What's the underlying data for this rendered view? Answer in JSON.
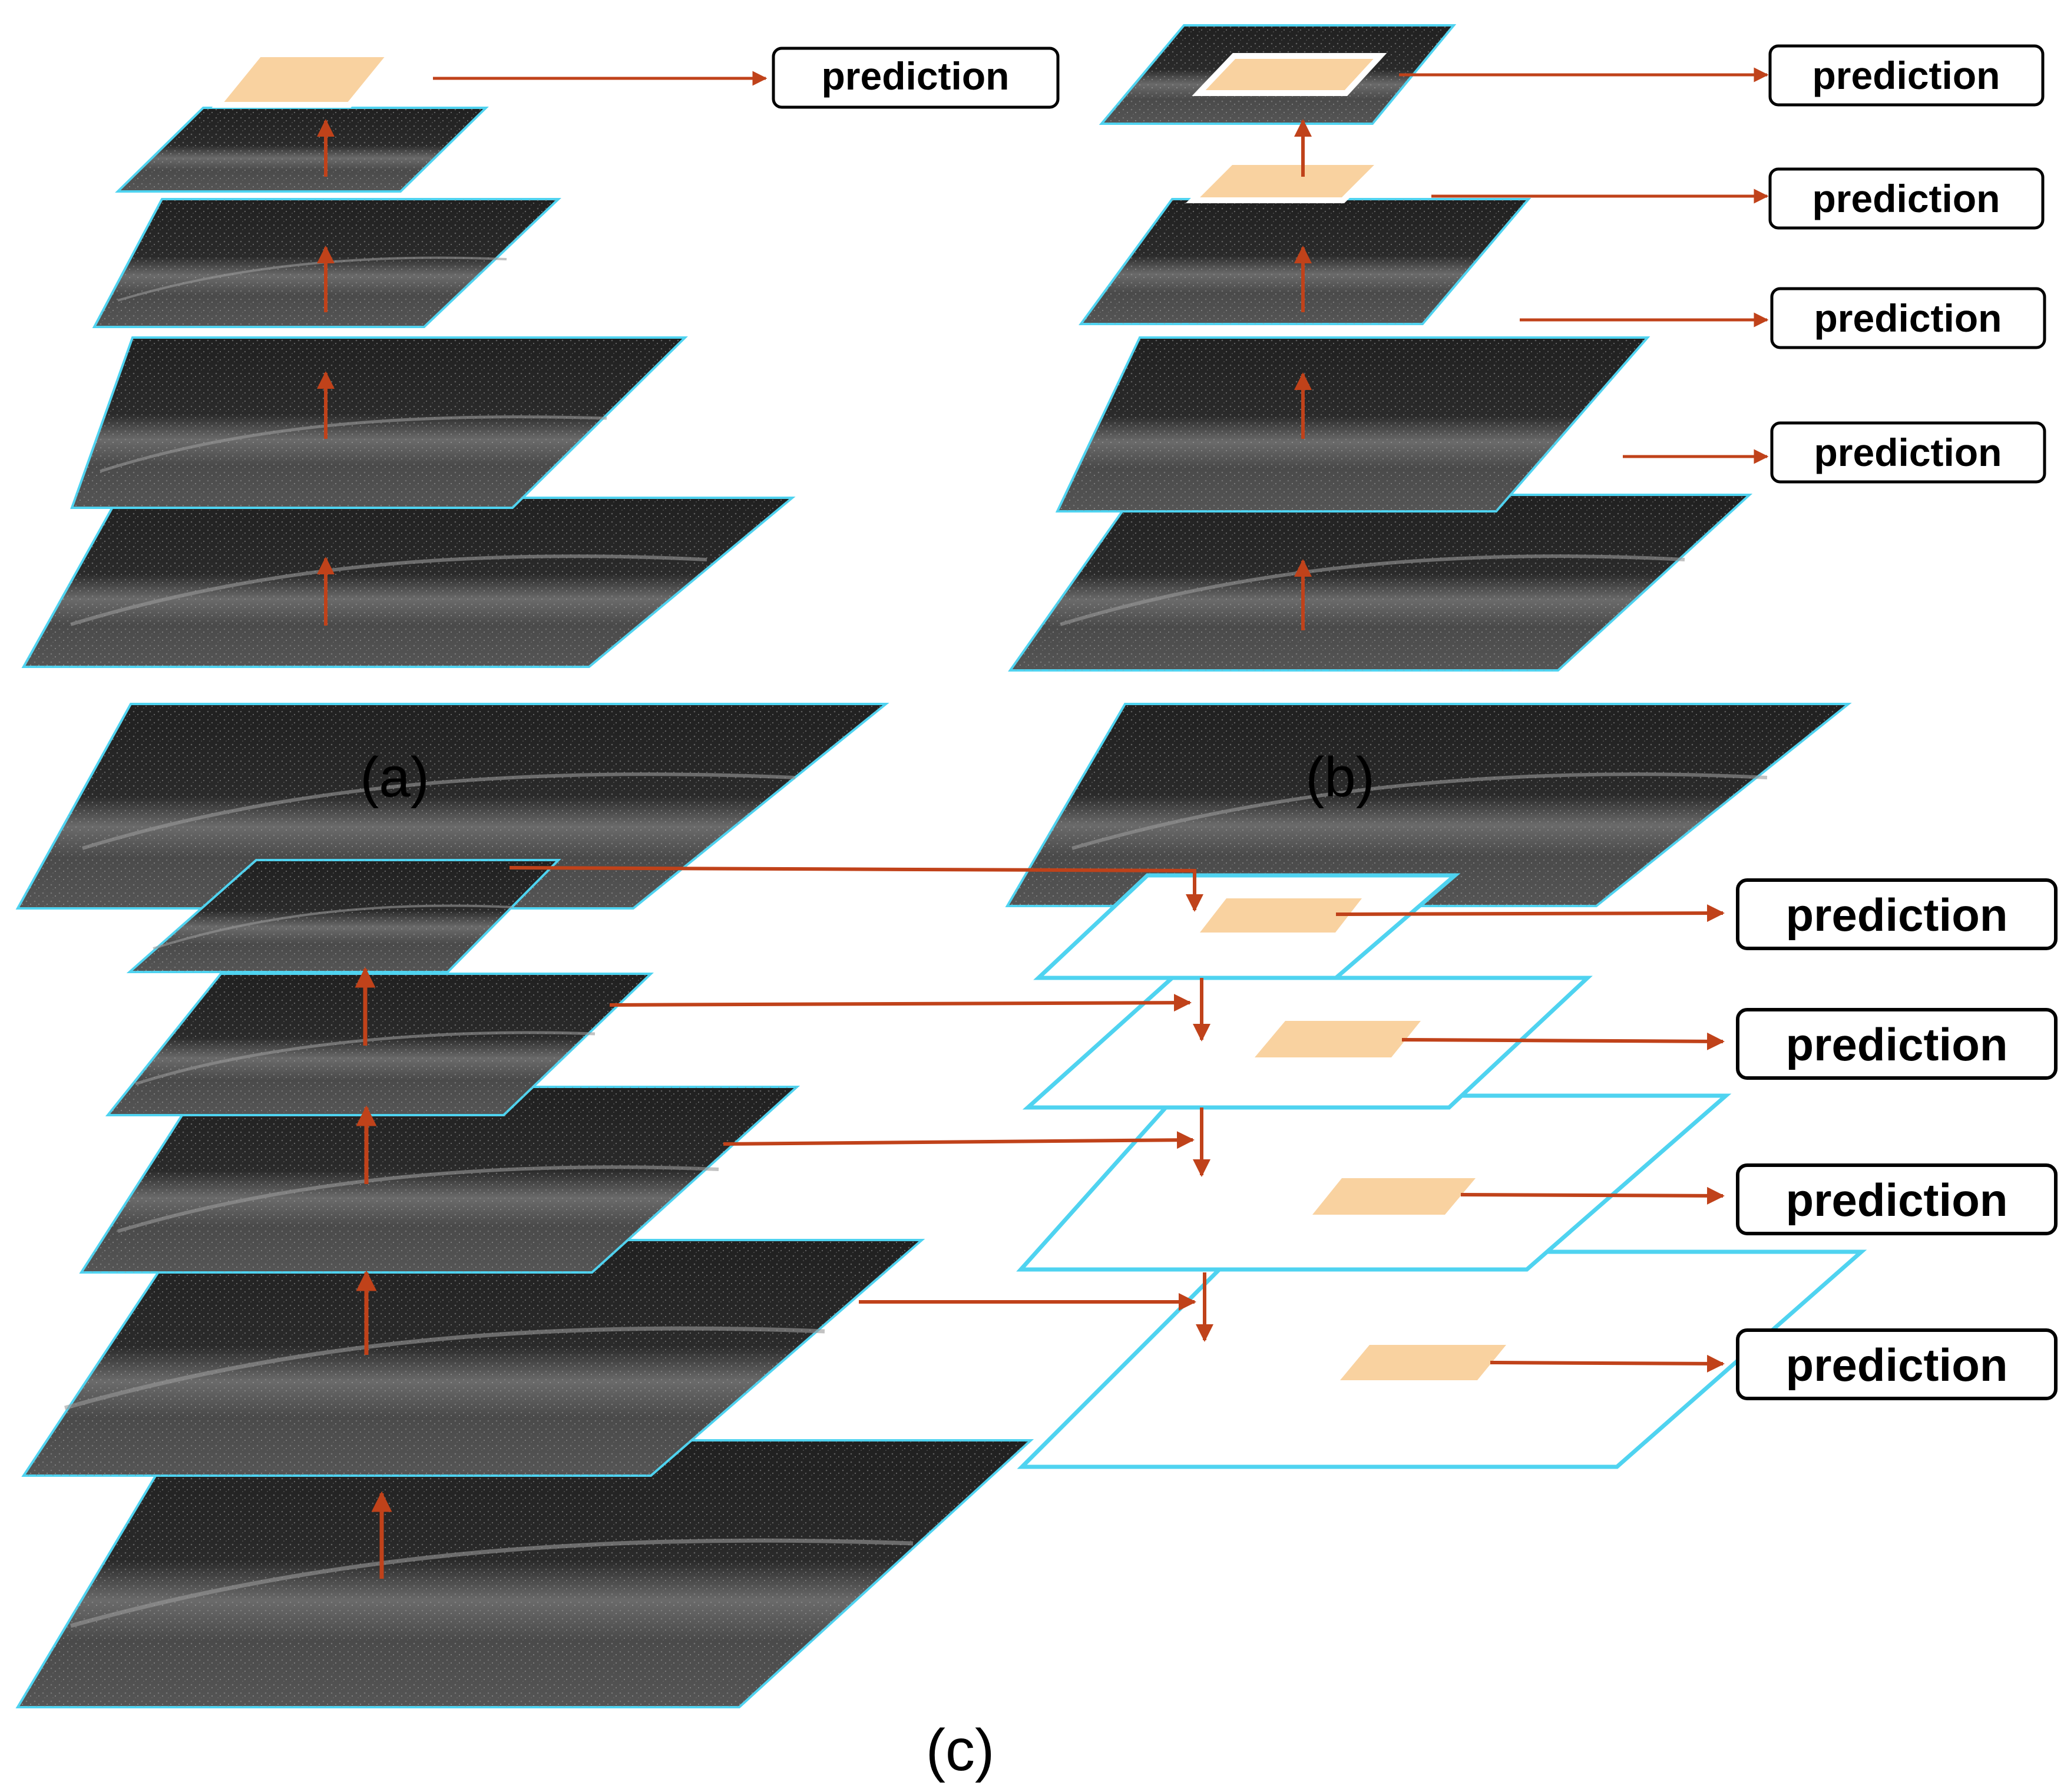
{
  "panels": {
    "a": {
      "caption": "(a)",
      "prediction_labels": [
        "prediction"
      ]
    },
    "b": {
      "caption": "(b)",
      "prediction_labels": [
        "prediction",
        "prediction",
        "prediction",
        "prediction"
      ]
    },
    "c": {
      "caption": "(c)",
      "prediction_labels": [
        "prediction",
        "prediction",
        "prediction",
        "prediction"
      ]
    }
  },
  "colors": {
    "arrow": "#c0421a",
    "layer_border": "#4fd3f0",
    "feature_box": "#f9d2a0",
    "image_dark": "#2c2c2c",
    "image_mid": "#575757"
  }
}
